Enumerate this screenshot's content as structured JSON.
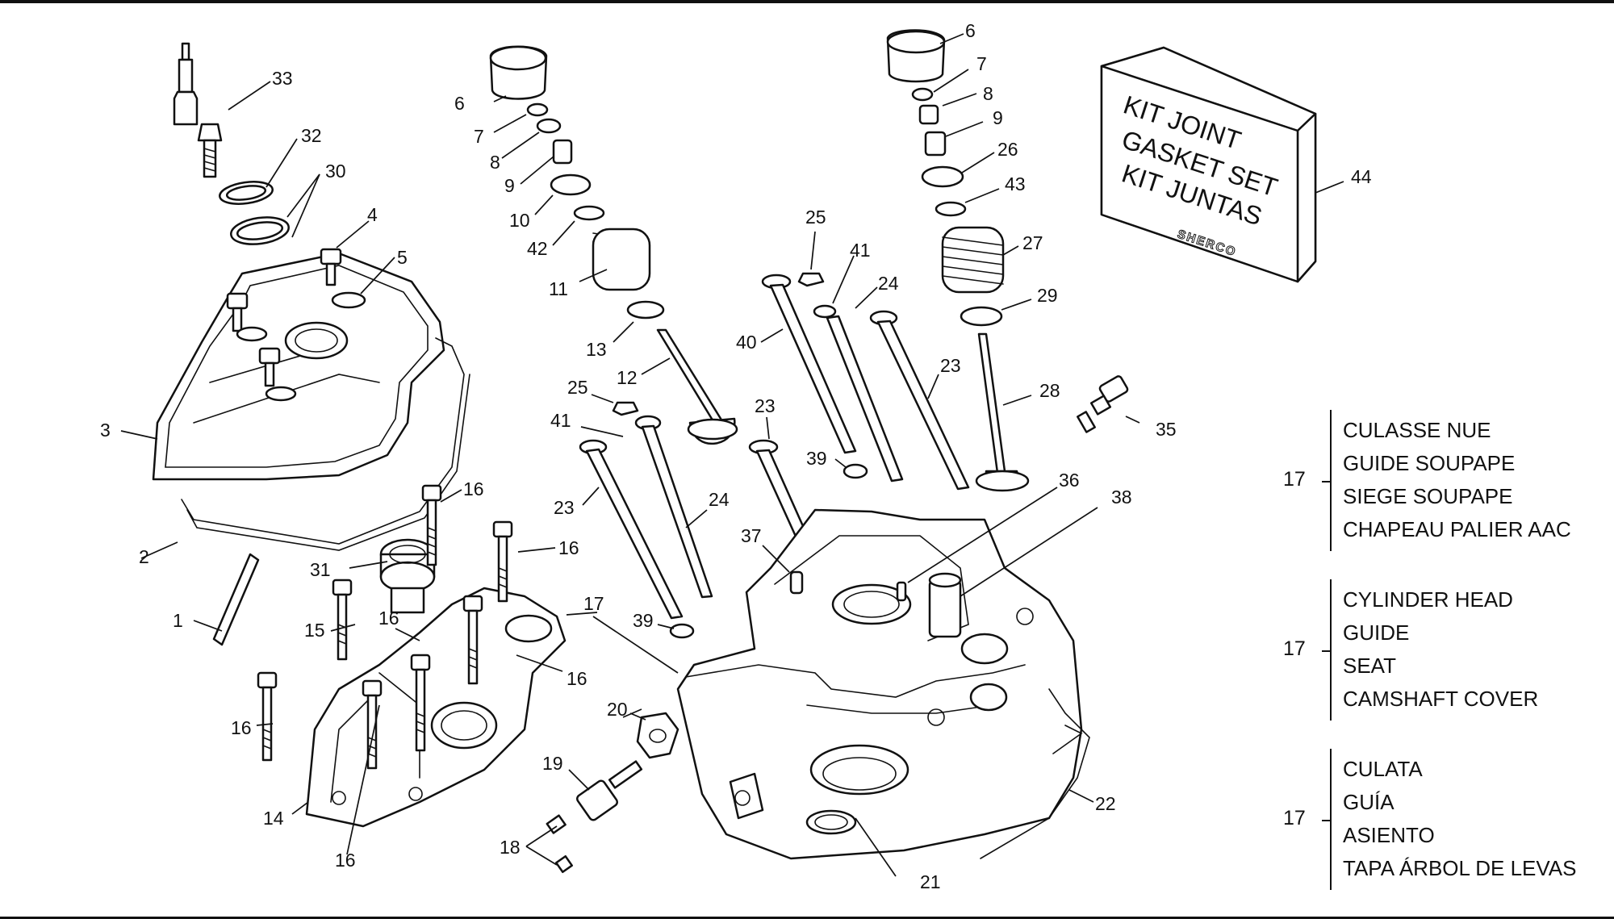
{
  "kit_box": {
    "lines": [
      "KIT JOINT",
      "GASKET SET",
      "KIT JUNTAS"
    ],
    "brand": "SHERCO"
  },
  "part_numbers": {
    "p1": "1",
    "p2": "2",
    "p3": "3",
    "p4": "4",
    "p5": "5",
    "p6a": "6",
    "p6b": "6",
    "p7a": "7",
    "p7b": "7",
    "p8a": "8",
    "p8b": "8",
    "p9a": "9",
    "p9b": "9",
    "p10": "10",
    "p11": "11",
    "p12": "12",
    "p13": "13",
    "p14": "14",
    "p15": "15",
    "p16a": "16",
    "p16b": "16",
    "p16c": "16",
    "p16d": "16",
    "p16e": "16",
    "p16f": "16",
    "p17": "17",
    "p18": "18",
    "p19": "19",
    "p20": "20",
    "p21": "21",
    "p22": "22",
    "p23a": "23",
    "p23b": "23",
    "p23c": "23",
    "p24a": "24",
    "p24b": "24",
    "p25a": "25",
    "p25b": "25",
    "p26": "26",
    "p27": "27",
    "p28": "28",
    "p29": "29",
    "p30": "30",
    "p31": "31",
    "p32": "32",
    "p33": "33",
    "p35": "35",
    "p36": "36",
    "p37": "37",
    "p38": "38",
    "p39a": "39",
    "p39b": "39",
    "p40": "40",
    "p41a": "41",
    "p41b": "41",
    "p42": "42",
    "p43": "43",
    "p44": "44"
  },
  "legend": {
    "french": {
      "ref": "17",
      "lines": [
        "CULASSE NUE",
        "GUIDE SOUPAPE",
        "SIEGE SOUPAPE",
        "CHAPEAU PALIER AAC"
      ]
    },
    "english": {
      "ref": "17",
      "lines": [
        "CYLINDER HEAD",
        "GUIDE",
        "SEAT",
        "CAMSHAFT COVER"
      ]
    },
    "spanish": {
      "ref": "17",
      "lines": [
        "CULATA",
        "GUÍA",
        "ASIENTO",
        "TAPA ÁRBOL DE LEVAS"
      ]
    }
  }
}
